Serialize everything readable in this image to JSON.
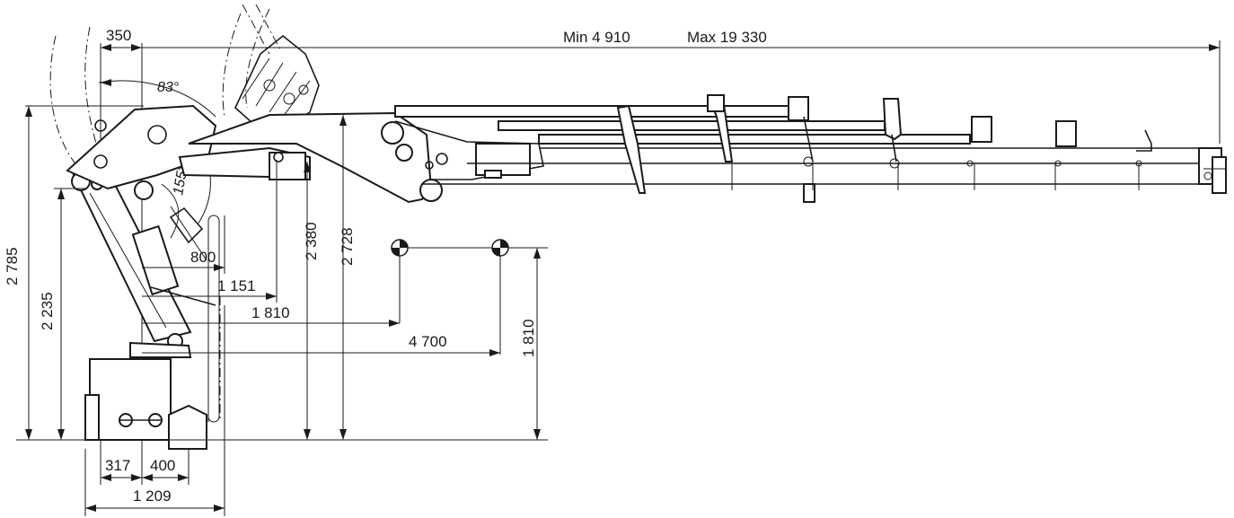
{
  "dimensions": {
    "overall_min": "Min 4 910",
    "overall_max": "Max 19 330",
    "top_offset": "350",
    "angle_upper": "83°",
    "angle_lower": "155°",
    "height_2785": "2 785",
    "height_2235": "2 235",
    "height_2380": "2 380",
    "height_2728": "2 728",
    "reach_800": "800",
    "reach_1151": "1 151",
    "reach_1810": "1 810",
    "reach_4700": "4 700",
    "vertical_1810": "1 810",
    "base_317": "317",
    "base_400": "400",
    "base_1209": "1 209"
  }
}
